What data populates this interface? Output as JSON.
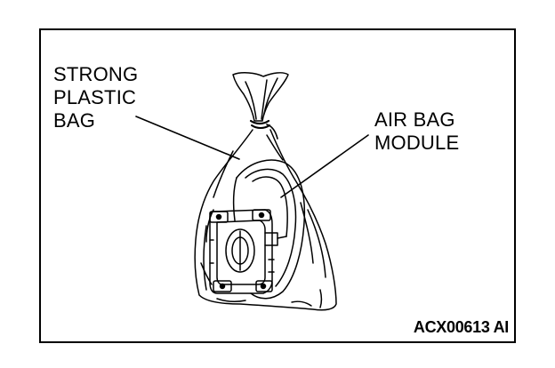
{
  "figure": {
    "callouts": {
      "bag": [
        "STRONG",
        "PLASTIC",
        "BAG"
      ],
      "module": [
        "AIR BAG",
        "MODULE"
      ]
    },
    "figure_code": "ACX00613 AI"
  }
}
